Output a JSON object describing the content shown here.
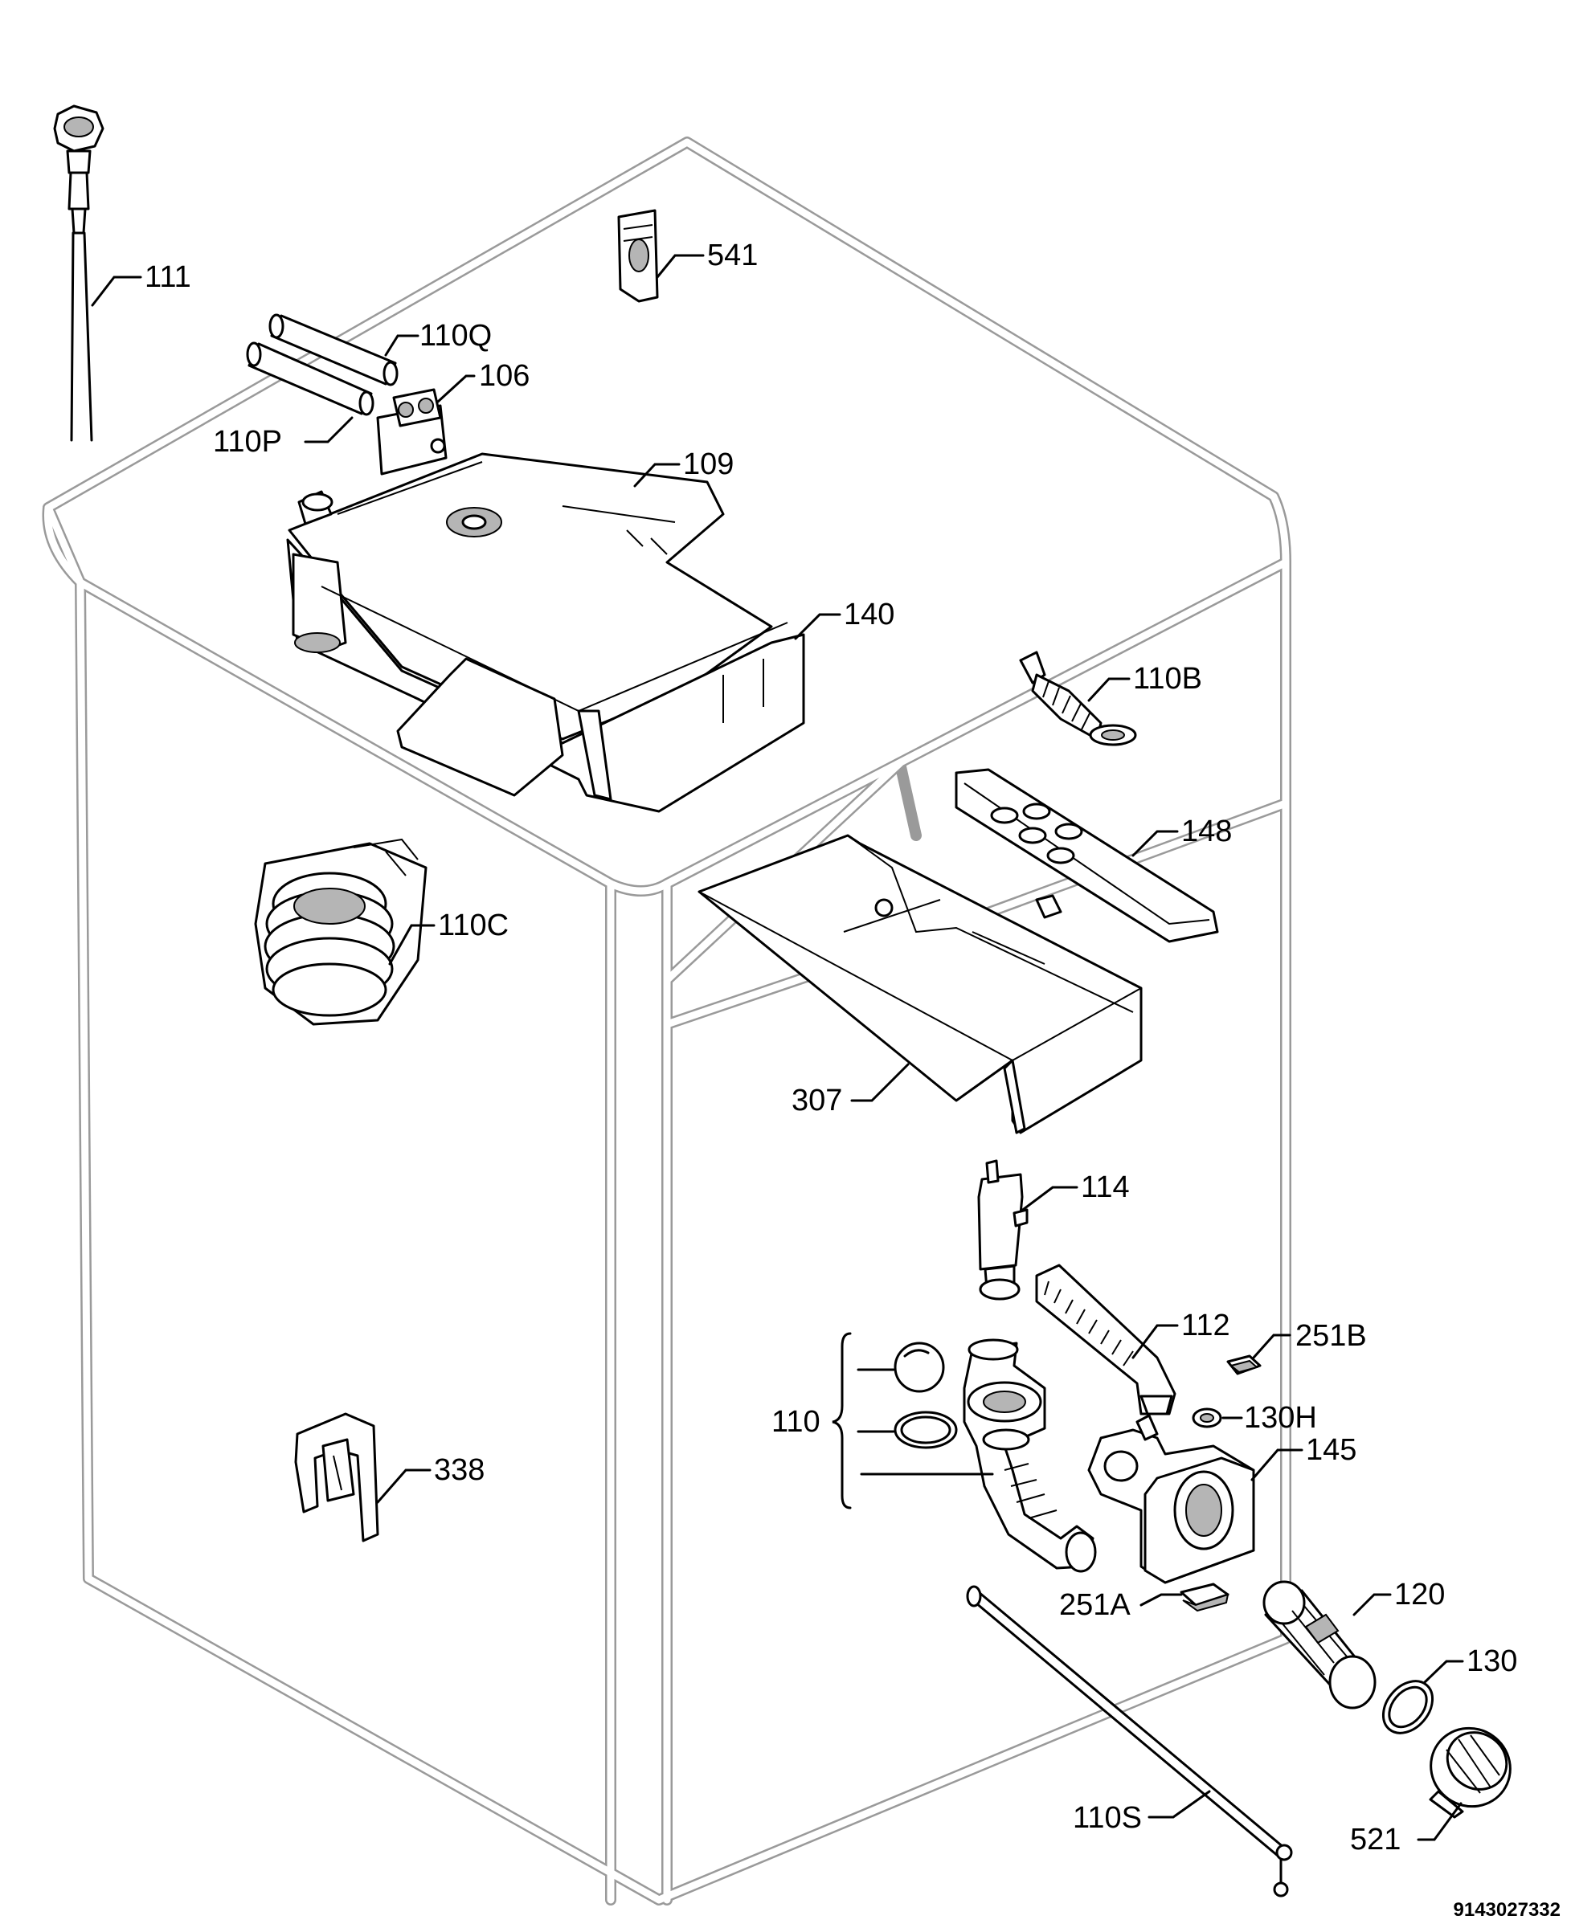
{
  "document_ref": "9143027332",
  "labels": {
    "p111": "111",
    "p541": "541",
    "p110Q": "110Q",
    "p106": "106",
    "p110P": "110P",
    "p109": "109",
    "p140": "140",
    "p110B": "110B",
    "p148": "148",
    "p110C": "110C",
    "p307": "307",
    "p114": "114",
    "p112": "112",
    "p251B": "251B",
    "p110": "110",
    "p130H": "130H",
    "p145": "145",
    "p338": "338",
    "p251A": "251A",
    "p120": "120",
    "p130": "130",
    "p110S": "110S",
    "p521": "521"
  }
}
